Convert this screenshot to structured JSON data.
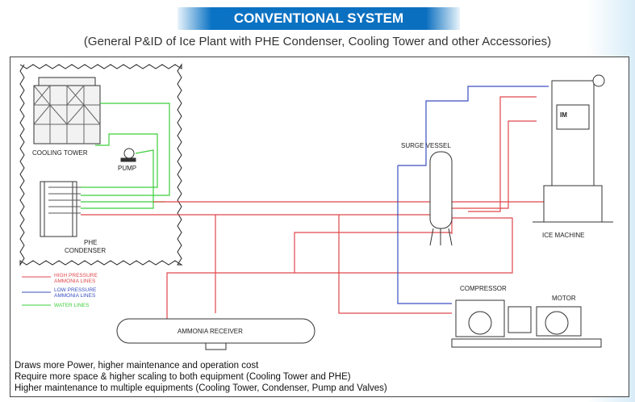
{
  "header": {
    "title": "CONVENTIONAL SYSTEM",
    "subtitle": "(General P&ID of Ice Plant with PHE Condenser, Cooling Tower and other Accessories)"
  },
  "equipment": {
    "cooling_tower": "COOLING TOWER",
    "pump": "PUMP",
    "phe1": "PHE",
    "phe2": "CONDENSER",
    "surge_vessel": "SURGE VESSEL",
    "ice_machine": "ICE MACHINE",
    "compressor": "COMPRESSOR",
    "motor": "MOTOR",
    "ammonia_receiver": "AMMONIA RECEIVER",
    "im_badge": "IM"
  },
  "legend": {
    "hp1": "HIGH PRESSURE",
    "hp2": "AMMONIA LINES",
    "lp1": "LOW PRESSURE",
    "lp2": "AMMONIA LINES",
    "water": "WATER LINES"
  },
  "notes": [
    "Draws more Power, higher maintenance and operation cost",
    "Require more space & higher scaling to both equipment (Cooling Tower and PHE)",
    "Higher maintenance to multiple equipments (Cooling Tower, Condenser, Pump and Valves)"
  ],
  "colors": {
    "hp": "#e0474c",
    "lp": "#3a4fc0",
    "water": "#3ccf3c",
    "banner": "#0b6fbf"
  }
}
